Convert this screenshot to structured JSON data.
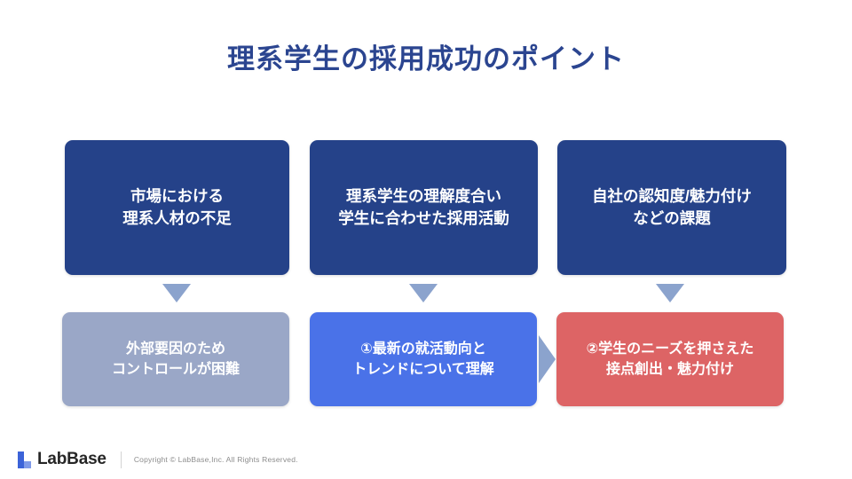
{
  "slide": {
    "title": "理系学生の採用成功のポイント",
    "title_color": "#2b4590",
    "background": "#ffffff"
  },
  "diagram": {
    "type": "flow",
    "top_row": [
      {
        "id": "problem-1",
        "color": "#254289",
        "lines": [
          "市場における",
          "理系人材の不足"
        ]
      },
      {
        "id": "problem-2",
        "color": "#254289",
        "lines": [
          "理系学生の理解度合い",
          "学生に合わせた採用活動"
        ]
      },
      {
        "id": "problem-3",
        "color": "#254289",
        "lines": [
          "自社の認知度/魅力付け",
          "などの課題"
        ]
      }
    ],
    "bottom_row": [
      {
        "id": "outcome-1",
        "color": "#9aa7c7",
        "lines": [
          "外部要因のため",
          "コントロールが困難"
        ]
      },
      {
        "id": "outcome-2",
        "color": "#4a72e8",
        "lines": [
          "①最新の就活動向と",
          "トレンドについて理解"
        ]
      },
      {
        "id": "outcome-3",
        "color": "#dd6465",
        "lines": [
          "②学生のニーズを押さえた",
          "接点創出・魅力付け"
        ]
      }
    ],
    "connectors": {
      "down_arrow_color": "#8ba3cd",
      "right_arrow_color": "#8ba3cd",
      "down_arrow_count": 3,
      "right_arrow_count": 1
    }
  },
  "footer": {
    "logo_text": "LabBase",
    "logo_mark_color": "#3c63d8",
    "logo_mark_accent": "#7f9ae8",
    "copyright": "Copyright ©  LabBase,Inc. All Rights Reserved."
  }
}
